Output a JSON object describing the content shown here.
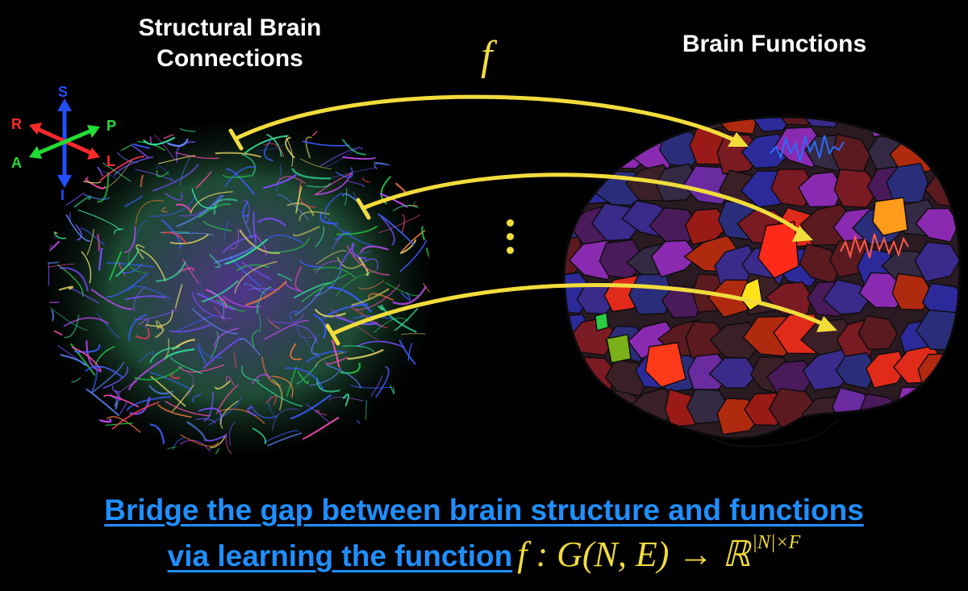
{
  "titles": {
    "left_line1": "Structural Brain",
    "left_line2": "Connections",
    "right": "Brain Functions"
  },
  "function_symbol": "f",
  "axes": {
    "superior": {
      "label": "S",
      "color": "#1f4fff"
    },
    "inferior": {
      "label": "I",
      "color": "#1f4fff"
    },
    "right": {
      "label": "R",
      "color": "#ff2a2a"
    },
    "left": {
      "label": "L",
      "color": "#ff2a2a"
    },
    "anterior": {
      "label": "A",
      "color": "#22dd33"
    },
    "posterior": {
      "label": "P",
      "color": "#22dd33"
    }
  },
  "arrows": {
    "count": 3,
    "color": "#f2dc3c"
  },
  "bottom": {
    "line1": "Bridge the gap between brain structure and functions",
    "line2_text": "via learning the function",
    "formula_main": "f : G(N, E) → ℝ",
    "formula_sup": "|N|×F"
  },
  "colors": {
    "background": "#000000",
    "caption_blue": "#1f8fff",
    "accent_yellow": "#f2dc3c",
    "title_white": "#ffffff"
  }
}
